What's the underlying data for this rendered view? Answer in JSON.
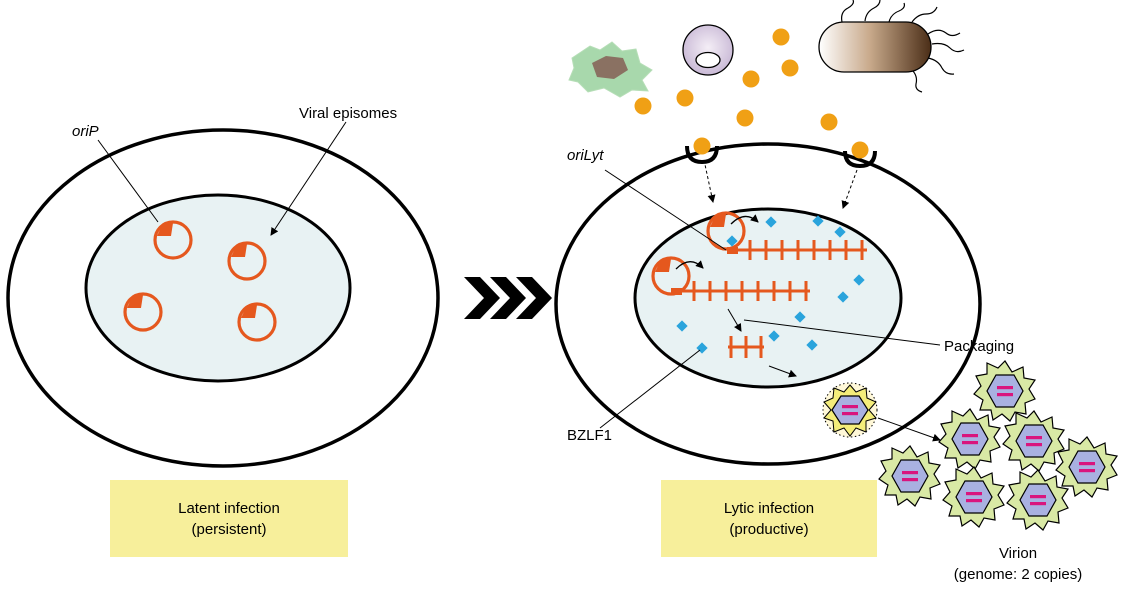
{
  "labels": {
    "orip": "oriP",
    "viral_episomes": "Viral episomes",
    "orilyt": "oriLyt",
    "packaging": "Packaging",
    "bzlf1": "BZLF1"
  },
  "latent_box": {
    "line1": "Latent infection",
    "line2": "(persistent)"
  },
  "lytic_box": {
    "line1": "Lytic infection",
    "line2": "(productive)"
  },
  "virion_caption": {
    "line1": "Virion",
    "line2": "(genome: 2 copies)"
  },
  "colors": {
    "nucleus_fill": "#e8f2f3",
    "episome": "#e5581e",
    "bzlf1_dot": "#2aa4dc",
    "ligand": "#f0a015",
    "box": "#f7ef9b",
    "virion_spike": "#d9e9a5",
    "capsid": "#a9b1e1",
    "genome": "#d9157e"
  }
}
